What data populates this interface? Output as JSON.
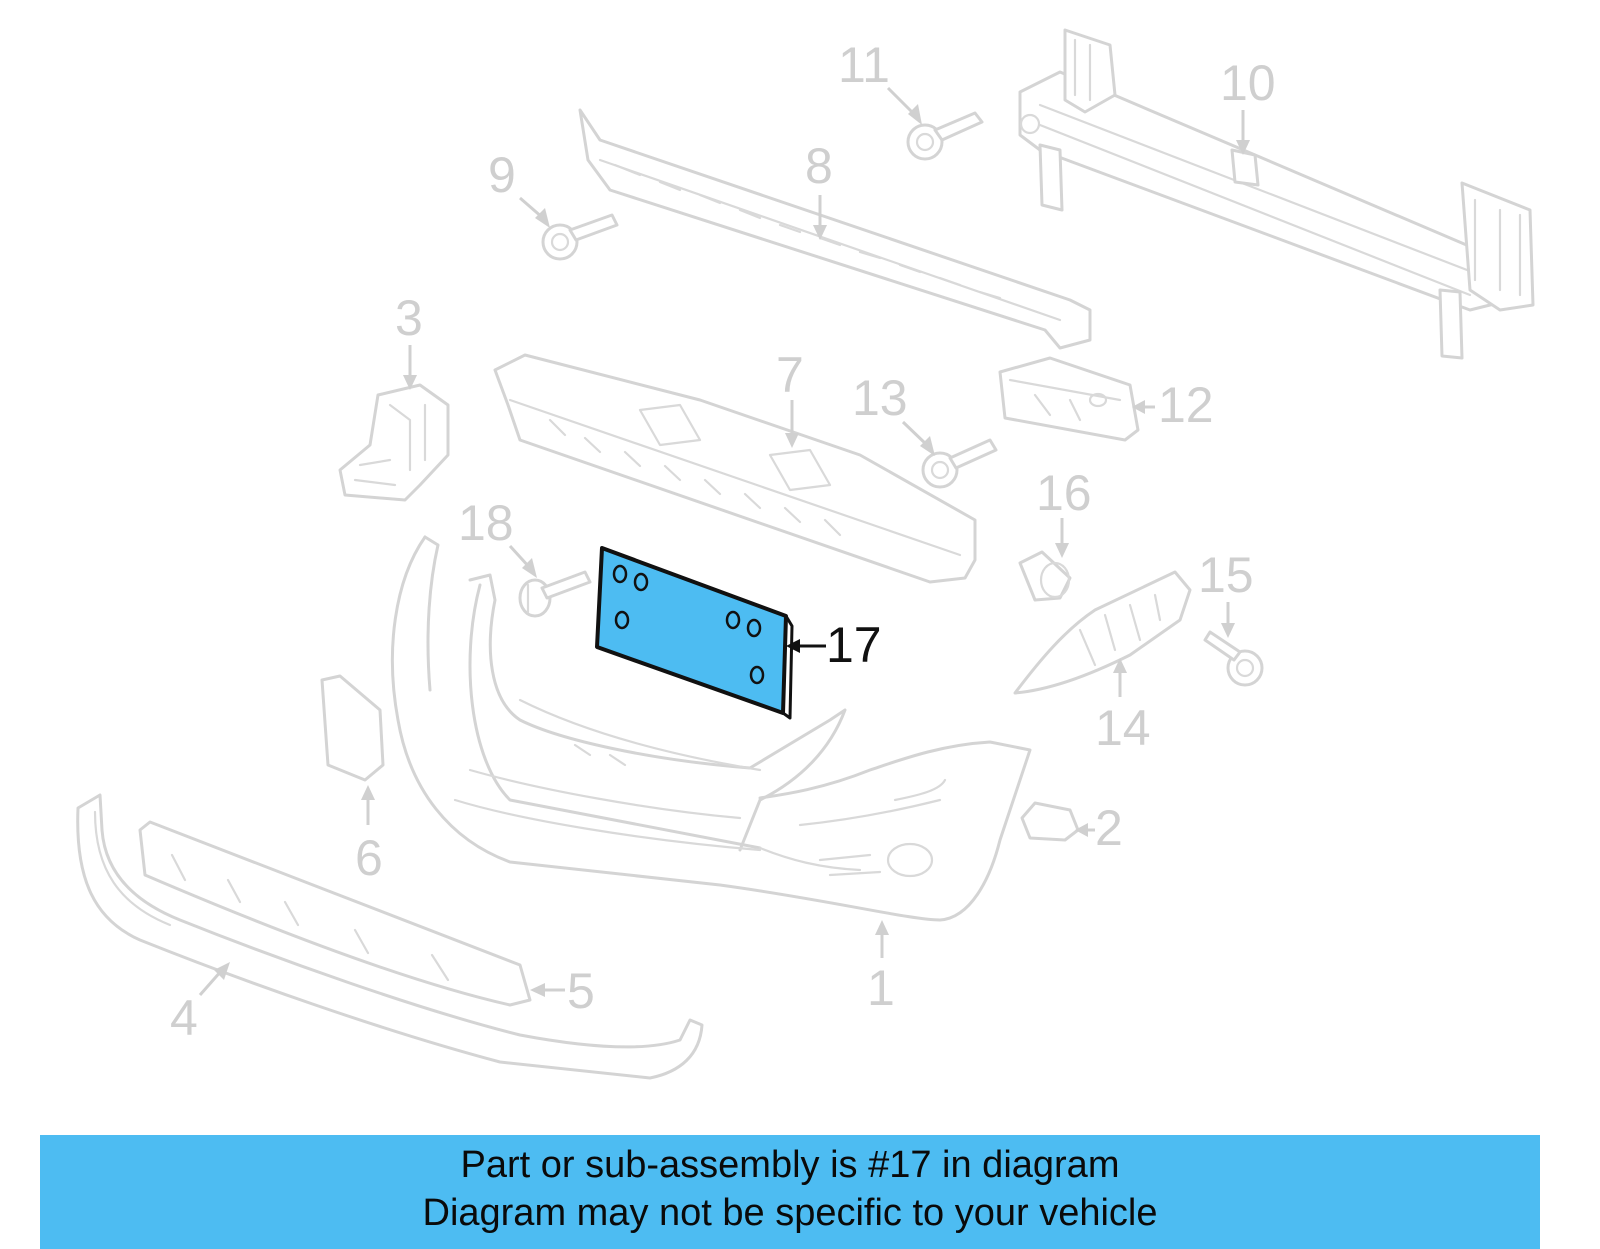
{
  "diagram": {
    "highlight_color": "#4dbcf2",
    "highlighted_part": "17",
    "callouts": {
      "p1": "1",
      "p2": "2",
      "p3": "3",
      "p4": "4",
      "p5": "5",
      "p6": "6",
      "p7": "7",
      "p8": "8",
      "p9": "9",
      "p10": "10",
      "p11": "11",
      "p12": "12",
      "p13": "13",
      "p14": "14",
      "p15": "15",
      "p16": "16",
      "p17": "17",
      "p18": "18"
    }
  },
  "caption": {
    "line1": "Part or sub-assembly is #17 in diagram",
    "line2": "Diagram may not be specific to your vehicle",
    "background": "#4dbcf2"
  }
}
